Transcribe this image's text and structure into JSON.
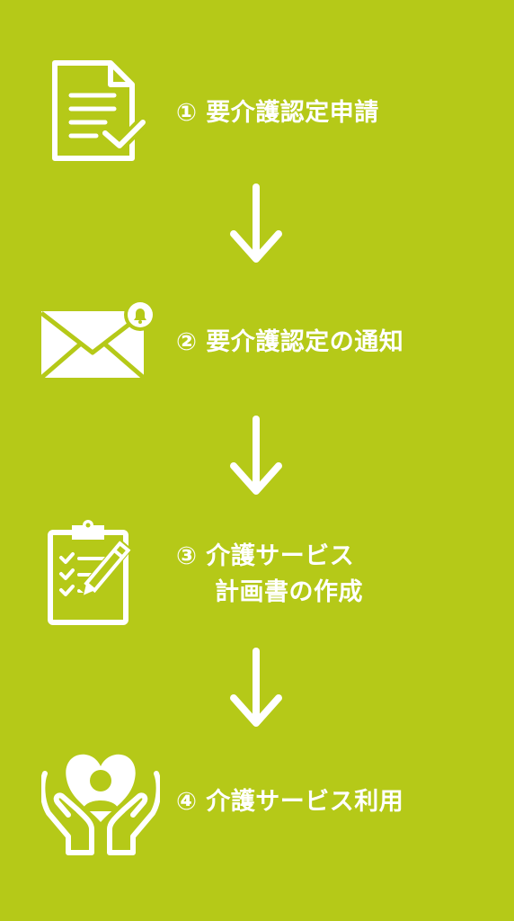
{
  "steps": [
    {
      "number": "①",
      "text": "要介護認定申請",
      "icon": "document-check-icon"
    },
    {
      "number": "②",
      "text": "要介護認定の通知",
      "icon": "mail-notification-icon"
    },
    {
      "number": "③",
      "text": "介護サービス",
      "text_line2": "計画書の作成",
      "icon": "clipboard-pencil-icon"
    },
    {
      "number": "④",
      "text": "介護サービス利用",
      "icon": "care-hands-icon"
    }
  ],
  "arrows": [
    "down-arrow-icon",
    "down-arrow-icon",
    "down-arrow-icon"
  ],
  "colors": {
    "background": "#b5c918",
    "foreground": "#ffffff"
  }
}
